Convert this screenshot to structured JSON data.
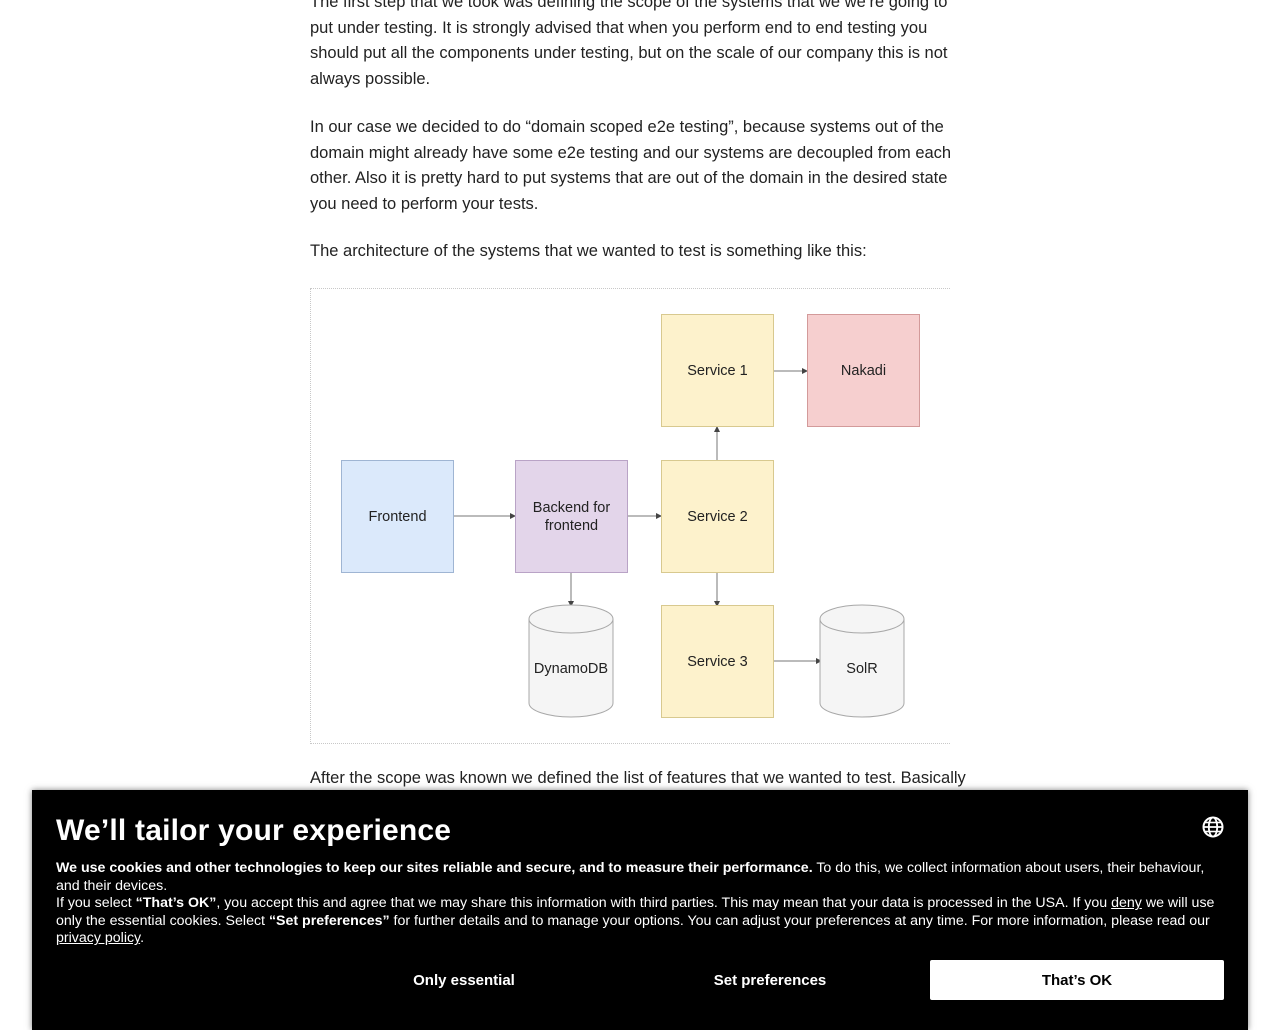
{
  "article": {
    "p1": "The first step that we took was defining the scope of the systems that we we’re going to put under testing. It is strongly advised that when you perform end to end testing you should put all the components under testing, but on the scale of our company this is not always possible.",
    "p2": "In our case we decided to do “domain scoped e2e testing”, because systems out of the domain might already have some e2e testing and our systems are decoupled from each other. Also it is pretty hard to put systems that are out of the domain in the desired state you need to perform your tests.",
    "p3": "The architecture of the systems that we wanted to test is something like this:",
    "p4": "After the scope was known we defined the list of features that we wanted to test. Basically"
  },
  "diagram": {
    "frontend": "Frontend",
    "bff": "Backend for frontend",
    "service1": "Service 1",
    "service2": "Service 2",
    "service3": "Service 3",
    "nakadi": "Nakadi",
    "dynamodb": "DynamoDB",
    "solr": "SolR",
    "colors": {
      "service": "#fdf2cc",
      "nakadi": "#f6cfcf",
      "frontend": "#dbe9fb",
      "bff": "#e3d5ea",
      "database": "#f5f5f5"
    }
  },
  "cookie_banner": {
    "title": "We’ll tailor your experience",
    "lead_bold": "We use cookies and other technologies to keep our sites reliable and secure, and to measure their performance.",
    "lead_rest": " To do this, we collect information about users, their behaviour, and their devices.",
    "line2_a": "If you select ",
    "line2_ok": "“That’s OK”",
    "line2_b": ", you accept this and agree that we may share this information with third parties. This may mean that your data is processed in the USA. If you ",
    "deny_link": "deny",
    "line2_c": " we will use only the essential cookies. Select ",
    "line2_prefs": "“Set preferences”",
    "line2_d": " for further details and to manage your options. You can adjust your preferences at any time. For more information, please read our ",
    "privacy_link": "privacy policy",
    "line2_end": ".",
    "btn_essential": "Only essential",
    "btn_prefs": "Set preferences",
    "btn_ok": "That’s OK",
    "globe_icon": "globe-icon"
  }
}
